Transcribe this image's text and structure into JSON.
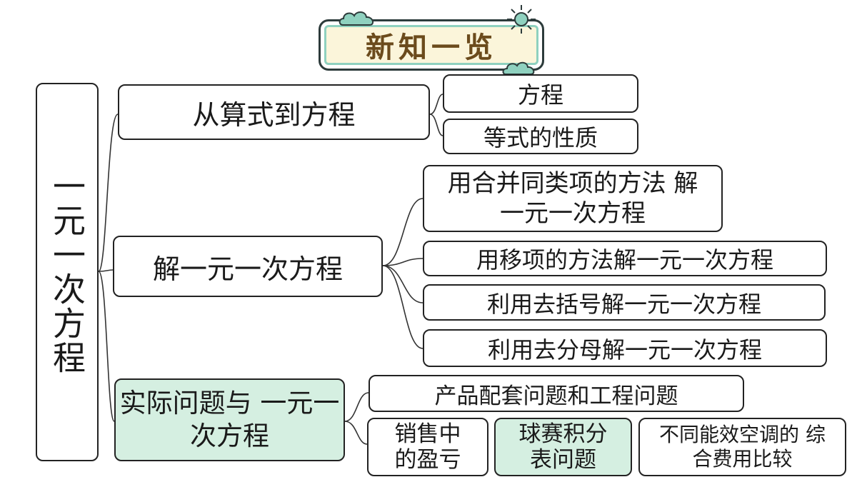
{
  "banner": {
    "title": "新知一览"
  },
  "root": {
    "label": "一元一次方程"
  },
  "branches": [
    {
      "label": "从算式到方程",
      "children": [
        {
          "label": "方程"
        },
        {
          "label": "等式的性质"
        }
      ]
    },
    {
      "label": "解一元一次方程",
      "children": [
        {
          "label": "用合并同类项的方法 解一元一次方程"
        },
        {
          "label": "用移项的方法解一元一次方程"
        },
        {
          "label": "利用去括号解一元一次方程"
        },
        {
          "label": "利用去分母解一元一次方程"
        }
      ]
    },
    {
      "label": "实际问题与 一元一次方程",
      "children": [
        {
          "label": "产品配套问题和工程问题"
        },
        {
          "label": "销售中 的盈亏"
        },
        {
          "label": "球赛积分 表问题"
        },
        {
          "label": "不同能效空调的 综合费用比较"
        }
      ]
    }
  ],
  "colors": {
    "highlight": "#d5efe1",
    "banner_fill": "#fbf5da",
    "banner_accent": "#8fd1bf",
    "title_text": "#6b4b1c"
  },
  "icons": [
    "cloud-icon",
    "sun-icon"
  ]
}
